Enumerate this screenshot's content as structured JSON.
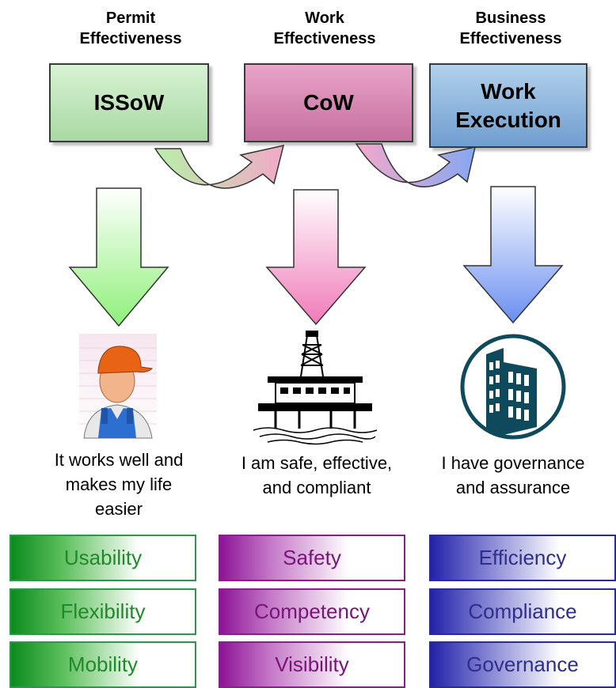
{
  "columns": [
    {
      "header": [
        "Permit",
        "Effectiveness"
      ],
      "box_label": [
        "ISSoW"
      ],
      "statement": [
        "It works well and",
        "makes my life",
        "easier"
      ],
      "attributes": [
        "Usability",
        "Flexibility",
        "Mobility"
      ]
    },
    {
      "header": [
        "Work",
        "Effectiveness"
      ],
      "box_label": [
        "CoW"
      ],
      "statement": [
        "I am safe, effective,",
        "and compliant"
      ],
      "attributes": [
        "Safety",
        "Competency",
        "Visibility"
      ]
    },
    {
      "header": [
        "Business",
        "Effectiveness"
      ],
      "box_label": [
        "Work",
        "Execution"
      ],
      "statement": [
        "I have governance",
        "and assurance"
      ],
      "attributes": [
        "Efficiency",
        "Compliance",
        "Governance"
      ]
    }
  ],
  "icons": [
    "worker-icon",
    "oil-rig-icon",
    "building-icon"
  ],
  "colors": {
    "green": "#a9d9a3",
    "pink": "#d883b3",
    "blue": "#7aa6d8",
    "green_text": "#1f8a2a",
    "purple_text": "#7a1478",
    "blue_text": "#2e2e8c"
  }
}
